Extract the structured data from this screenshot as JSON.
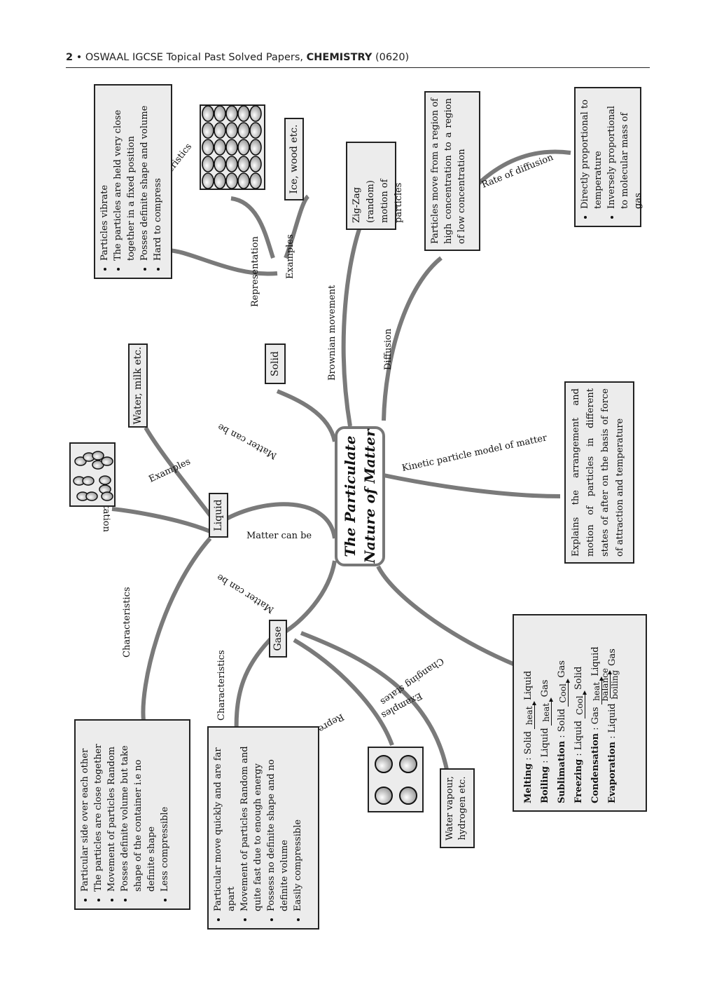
{
  "header": {
    "page_number": "2",
    "bullet": "•",
    "series": "OSWAAL IGCSE Topical Past Solved Papers,",
    "subject": "CHEMISTRY",
    "code": "(0620)"
  },
  "center": {
    "line1": "The Particulate",
    "line2": "Nature of Matter"
  },
  "edges": {
    "matter_can_be": "Matter can be",
    "characteristics": "Characteristics",
    "representation": "Representation",
    "examples": "Examples",
    "brownian": "Brownian movement",
    "diffusion": "Diffusion",
    "rate_of_diffusion": "Rate of diffusion",
    "kinetic": "Kinetic particle model of matter",
    "changing_states": "Changing states"
  },
  "solid": {
    "label": "Solid",
    "characteristics": [
      "Particles vibrate",
      "The particles are held very close together in a fixed position",
      "Posses definite shape and volume",
      "Hard to compress"
    ],
    "examples": "Ice, wood etc."
  },
  "liquid": {
    "label": "Liquid",
    "characteristics": [
      "Particular side over each other",
      "The particles are close together",
      "Movement of particles Random",
      "Posses definite volume but take shape of the container i.e no definite shape",
      "Less compressible"
    ],
    "examples": "Water, milk etc."
  },
  "gas": {
    "label": "Gase",
    "characteristics": [
      "Particular move quickly and are far apart",
      "Movement of particles Random and quite fast due to enough energy",
      "Possess no definite shape and no definite volume",
      "Easily compressible"
    ],
    "examples": "Water vapour, hydrogen etc."
  },
  "brownian": {
    "text": "Zig-Zag (random) motion of particles"
  },
  "diffusion": {
    "text": "Particles move from a region of high concentration to a region of low concentration",
    "rate": [
      "Directly proportional to temperature",
      "Inversely proportional to molecular mass of gas"
    ]
  },
  "kinetic": {
    "text": "Explains the arrangement and motion of particles in different states of after on the basis of force of attraction and temperature"
  },
  "changing_states": [
    {
      "name": "Melting",
      "from": "Solid",
      "over": "heat",
      "under": "",
      "to": "Liquid"
    },
    {
      "name": "Boiling",
      "from": "Liquid",
      "over": "heat",
      "under": "",
      "to": "Gas"
    },
    {
      "name": "Sublimation",
      "from": "Solid",
      "over": "Cool",
      "under": "",
      "to": "Gas"
    },
    {
      "name": "Freezing",
      "from": "Liquid",
      "over": "Cool",
      "under": "",
      "to": "Solid"
    },
    {
      "name": "Condensation",
      "from": "Gas",
      "over": "heat",
      "under": "",
      "to": "Liquid"
    },
    {
      "name": "Evaporation",
      "from": "Liquid",
      "over": "balance",
      "under": "boiling",
      "to": "Gas"
    }
  ],
  "colors": {
    "connector": "#7a7a7a",
    "box_fill": "#ececec",
    "box_border": "#222222"
  }
}
